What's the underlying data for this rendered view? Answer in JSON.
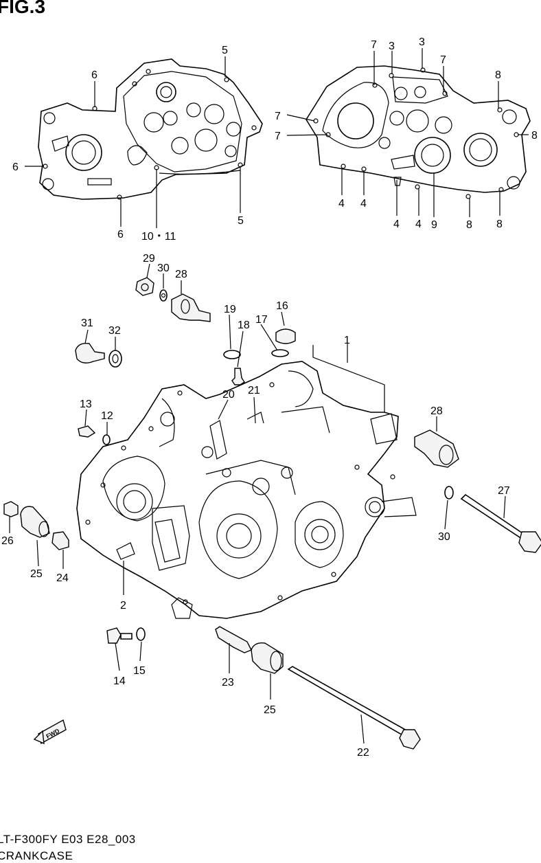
{
  "figure": {
    "title": "FIG.3",
    "model_code": "LT-F300FY E03 E28_003",
    "caption": "CRANKCASE",
    "fwd_label": "FWD"
  },
  "callouts": [
    {
      "id": "c-5a",
      "text": "5"
    },
    {
      "id": "c-6a",
      "text": "6"
    },
    {
      "id": "c-6b",
      "text": "6"
    },
    {
      "id": "c-6c",
      "text": "6"
    },
    {
      "id": "c-5b",
      "text": "5"
    },
    {
      "id": "c-10-11",
      "text": "10・11"
    },
    {
      "id": "c-7a",
      "text": "7"
    },
    {
      "id": "c-3a",
      "text": "3"
    },
    {
      "id": "c-3b",
      "text": "3"
    },
    {
      "id": "c-7b",
      "text": "7"
    },
    {
      "id": "c-8a",
      "text": "8"
    },
    {
      "id": "c-7c",
      "text": "7"
    },
    {
      "id": "c-7d",
      "text": "7"
    },
    {
      "id": "c-8b",
      "text": "8"
    },
    {
      "id": "c-4a",
      "text": "4"
    },
    {
      "id": "c-4b",
      "text": "4"
    },
    {
      "id": "c-4c",
      "text": "4"
    },
    {
      "id": "c-4d",
      "text": "4"
    },
    {
      "id": "c-9",
      "text": "9"
    },
    {
      "id": "c-8c",
      "text": "8"
    },
    {
      "id": "c-8d",
      "text": "8"
    },
    {
      "id": "c-29",
      "text": "29"
    },
    {
      "id": "c-30a",
      "text": "30"
    },
    {
      "id": "c-28a",
      "text": "28"
    },
    {
      "id": "c-19",
      "text": "19"
    },
    {
      "id": "c-16",
      "text": "16"
    },
    {
      "id": "c-18",
      "text": "18"
    },
    {
      "id": "c-17",
      "text": "17"
    },
    {
      "id": "c-1",
      "text": "1"
    },
    {
      "id": "c-31",
      "text": "31"
    },
    {
      "id": "c-32",
      "text": "32"
    },
    {
      "id": "c-20",
      "text": "20"
    },
    {
      "id": "c-21",
      "text": "21"
    },
    {
      "id": "c-13",
      "text": "13"
    },
    {
      "id": "c-12",
      "text": "12"
    },
    {
      "id": "c-28b",
      "text": "28"
    },
    {
      "id": "c-27",
      "text": "27"
    },
    {
      "id": "c-30b",
      "text": "30"
    },
    {
      "id": "c-26",
      "text": "26"
    },
    {
      "id": "c-25a",
      "text": "25"
    },
    {
      "id": "c-24",
      "text": "24"
    },
    {
      "id": "c-2",
      "text": "2"
    },
    {
      "id": "c-14",
      "text": "14"
    },
    {
      "id": "c-15",
      "text": "15"
    },
    {
      "id": "c-23",
      "text": "23"
    },
    {
      "id": "c-25b",
      "text": "25"
    },
    {
      "id": "c-22",
      "text": "22"
    }
  ]
}
